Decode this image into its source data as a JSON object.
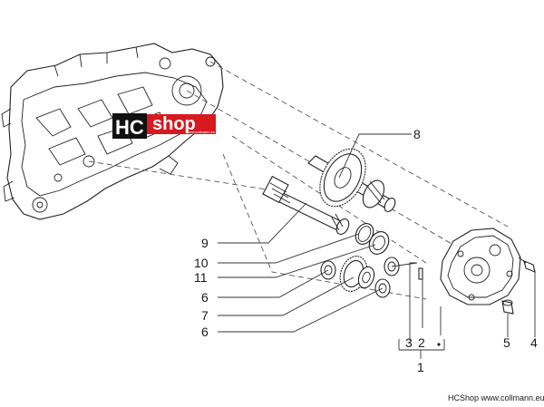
{
  "logo": {
    "brand_left": "HC",
    "brand_right": "shop",
    "brand_url": "www.collmann.eu",
    "colors": {
      "black": "#111111",
      "red": "#d71920"
    }
  },
  "callouts": {
    "c1": "1",
    "c2": "2",
    "c3": "3",
    "c4": "4",
    "c5": "5",
    "c6a": "6",
    "c6b": "6",
    "c7": "7",
    "c8": "8",
    "c9": "9",
    "c10": "10",
    "c11": "11"
  },
  "footer": {
    "text": "HCShop www.collmann.eu"
  }
}
